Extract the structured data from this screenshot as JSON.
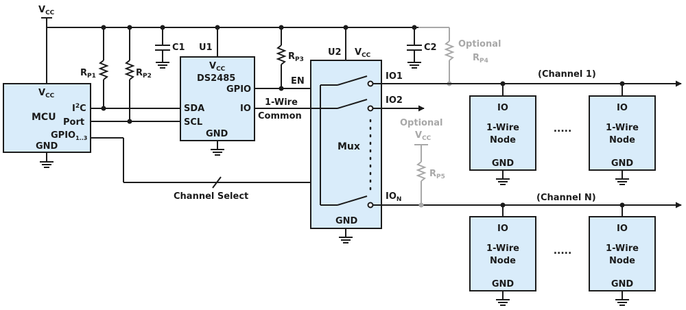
{
  "colors": {
    "wire": "#1b1b1b",
    "block_fill": "#d9ecfa",
    "optional": "#a8a8a8"
  },
  "vcc_top": {
    "v": "V",
    "sub": "CC"
  },
  "mcu": {
    "vcc": {
      "v": "V",
      "sub": "CC"
    },
    "name": "MCU",
    "i2c": {
      "a": "I",
      "sup": "2",
      "b": "C"
    },
    "port": "Port",
    "gpio": {
      "main": "GPIO",
      "sub": "1..3"
    },
    "gnd": "GND"
  },
  "rp1": {
    "r": "R",
    "sub": "P1"
  },
  "rp2": {
    "r": "R",
    "sub": "P2"
  },
  "rp3": {
    "r": "R",
    "sub": "P3"
  },
  "c1": "C1",
  "c2": "C2",
  "u1": {
    "ref": "U1",
    "vcc": {
      "v": "V",
      "sub": "CC"
    },
    "part": "DS2485",
    "gpio": "GPIO",
    "sda": "SDA",
    "scl": "SCL",
    "io": "IO",
    "gnd": "GND"
  },
  "en": "EN",
  "one_wire_common": {
    "line1": "1-Wire",
    "line2": "Common"
  },
  "u2": {
    "ref": "U2",
    "vcc": {
      "v": "V",
      "sub": "CC"
    },
    "name": "Mux",
    "gnd": "GND",
    "io1": "IO1",
    "io2": "IO2",
    "ion": {
      "main": "IO",
      "sub": "N"
    }
  },
  "optional_rp4": {
    "label": "Optional",
    "r": "R",
    "sub": "P4"
  },
  "optional_rp5": {
    "label": "Optional",
    "vcc": {
      "v": "V",
      "sub": "CC"
    },
    "r": "R",
    "sub": "P5"
  },
  "channel_select": "Channel Select",
  "channel1": "(Channel 1)",
  "channeln": "(Channel N)",
  "nodes": [
    {
      "io": "IO",
      "line1": "1-Wire",
      "line2": "Node",
      "gnd": "GND"
    },
    {
      "io": "IO",
      "line1": "1-Wire",
      "line2": "Node",
      "gnd": "GND"
    },
    {
      "io": "IO",
      "line1": "1-Wire",
      "line2": "Node",
      "gnd": "GND"
    },
    {
      "io": "IO",
      "line1": "1-Wire",
      "line2": "Node",
      "gnd": "GND"
    }
  ],
  "ellipsis": "....."
}
